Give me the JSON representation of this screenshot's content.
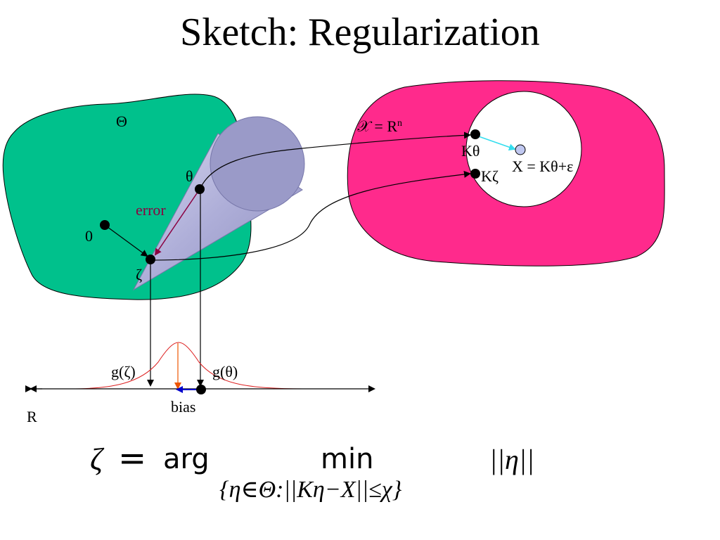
{
  "title": "Sketch: Regularization",
  "labels": {
    "theta_set": "Θ",
    "data_space": "𝒳 = R",
    "data_space_sup": "n",
    "theta": "θ",
    "error": "error",
    "zero": "0",
    "zeta": "ζ",
    "k_theta": "Kθ",
    "k_zeta": "Kζ",
    "observation": "X = Kθ+ε",
    "g_zeta": "g(ζ)",
    "g_theta": "g(θ)",
    "bias": "bias",
    "real_line": "R"
  },
  "formula": {
    "lhs": "ζ",
    "equals": "=",
    "arg": "arg",
    "min": "min",
    "constraint": "{η∈Θ:||Kη−X||≤χ}",
    "objective": "||η||"
  },
  "colors": {
    "theta_region": "#00c18c",
    "data_region": "#ff2a8c",
    "cone": "#a9a9d4",
    "cone_cap": "#9a9ac8",
    "error_arrow": "#8b0040",
    "residual_arrow": "#33ddee",
    "bias_arrow": "#0000cc",
    "density_curve": "#dd2222",
    "observation_point": "#c0c8f0"
  }
}
